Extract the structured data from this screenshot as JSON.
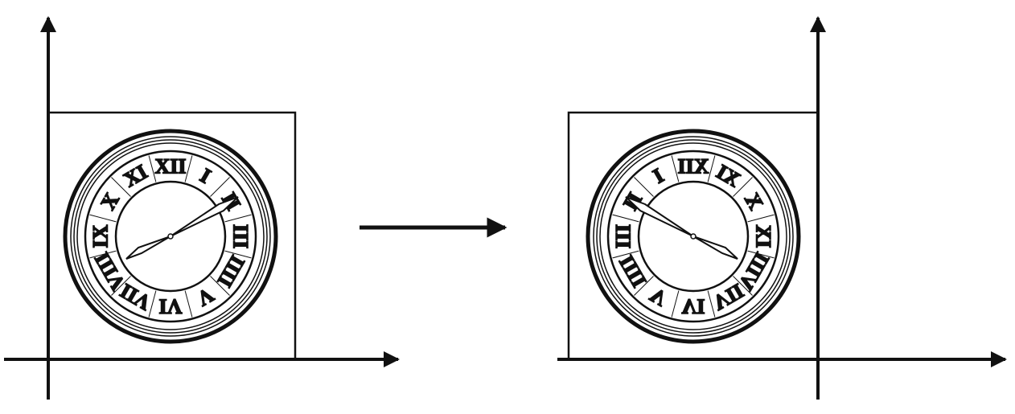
{
  "diagram": {
    "description_type": "reflection",
    "colors": {
      "ink": "#111111",
      "background": "#ffffff"
    },
    "clock_numerals": [
      "XII",
      "I",
      "II",
      "III",
      "IIII",
      "V",
      "VI",
      "VII",
      "VIII",
      "IX",
      "X",
      "XI"
    ],
    "panels": [
      {
        "name": "original",
        "hour_hand_hour": 8,
        "minute_hand_minute": 10
      },
      {
        "name": "reflected-across-y-axis"
      }
    ]
  }
}
